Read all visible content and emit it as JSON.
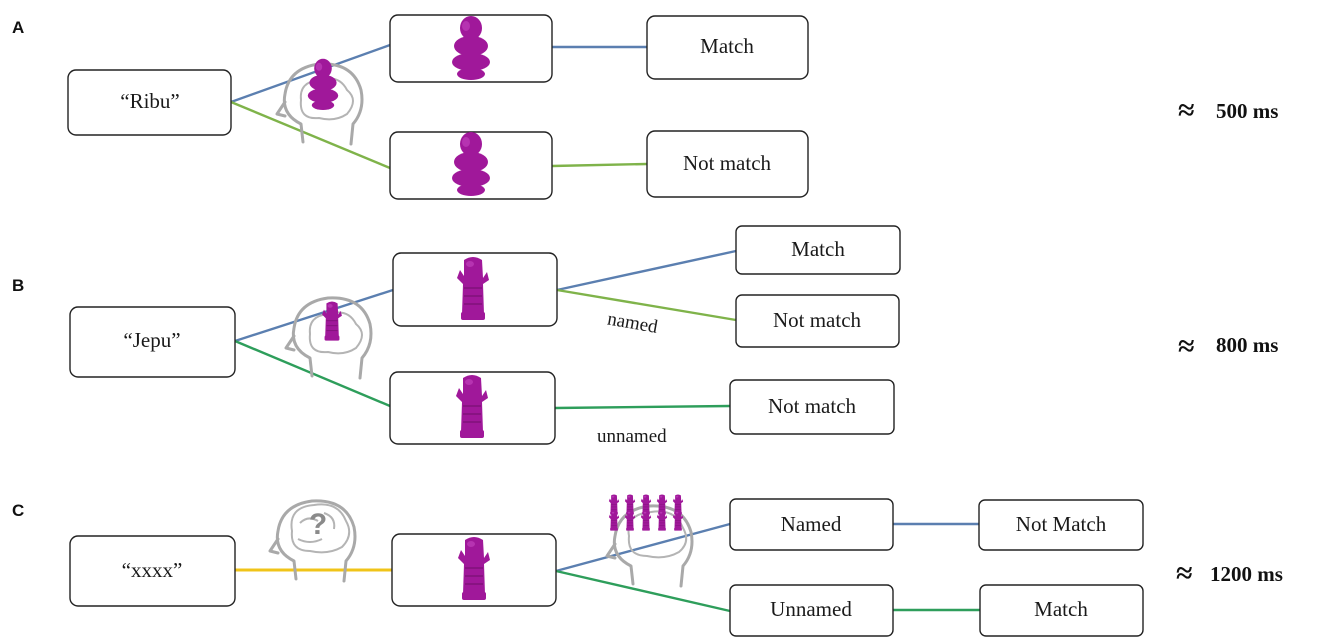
{
  "panels": [
    {
      "letter": "A",
      "word": "“Ribu”",
      "outcomes": [
        "Match",
        "Not match"
      ],
      "timing": "500 ms"
    },
    {
      "letter": "B",
      "word": "“Jepu”",
      "outcomes": [
        "Match",
        "Not match",
        "Not match"
      ],
      "edge_labels": [
        "named",
        "unnamed"
      ],
      "timing": "800 ms"
    },
    {
      "letter": "C",
      "word": "“xxxx”",
      "branches": [
        "Named",
        "Unnamed"
      ],
      "outcomes": [
        "Not Match",
        "Match"
      ],
      "timing": "1200 ms"
    }
  ],
  "approx_symbol": "≈",
  "think_symbol": "?",
  "colors": {
    "blue_line": "#5b7fb0",
    "green_line": "#7fb34a",
    "teal_line": "#2e9e5b",
    "yellow_line": "#f0c419",
    "object": "#a0189a"
  }
}
